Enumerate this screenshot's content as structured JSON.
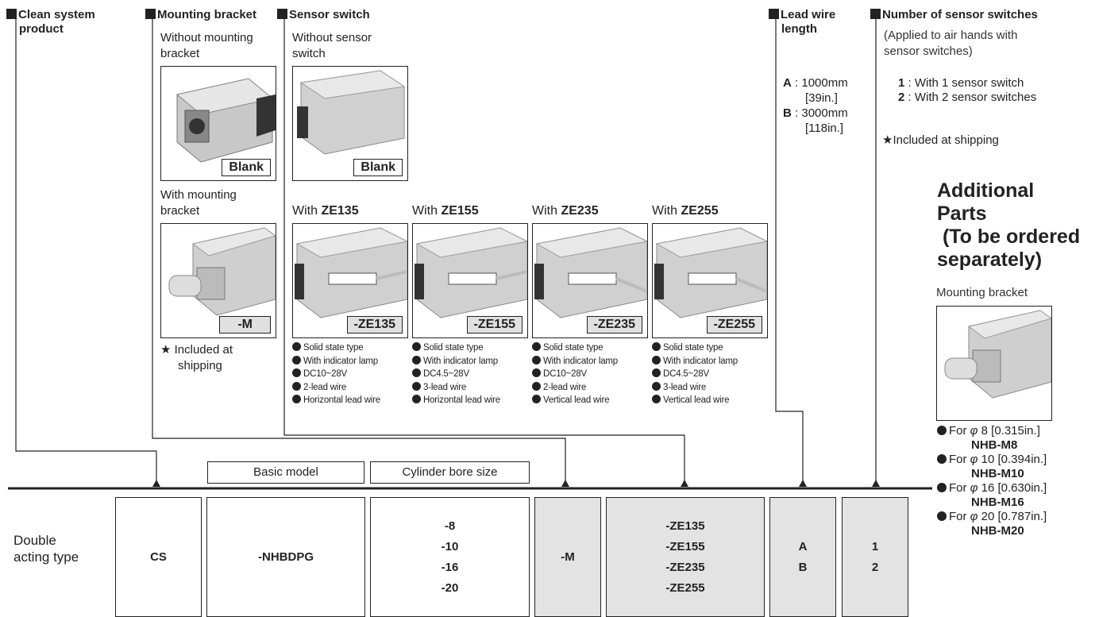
{
  "headers": {
    "clean": [
      "Clean system",
      "product"
    ],
    "mounting": "Mounting bracket",
    "sensor": "Sensor switch",
    "leadwire": [
      "Lead wire",
      "length"
    ],
    "count": "Number of sensor switches"
  },
  "mounting": {
    "without_label": [
      "Without mounting",
      "bracket"
    ],
    "without_tag": "Blank",
    "with_label": [
      "With mounting",
      "bracket"
    ],
    "with_tag": "-M",
    "included_star": "★",
    "included": [
      "Included at",
      "shipping"
    ]
  },
  "sensor": {
    "without_label": [
      "Without sensor",
      "switch"
    ],
    "without_tag": "Blank",
    "with_word": "With",
    "models": [
      {
        "name": "ZE135",
        "tag": "-ZE135",
        "features": [
          "Solid state type",
          "With indicator lamp",
          "DC10~28V",
          "2-lead wire",
          "Horizontal lead wire"
        ]
      },
      {
        "name": "ZE155",
        "tag": "-ZE155",
        "features": [
          "Solid state type",
          "With indicator lamp",
          "DC4.5~28V",
          "3-lead wire",
          "Horizontal lead wire"
        ]
      },
      {
        "name": "ZE235",
        "tag": "-ZE235",
        "features": [
          "Solid state type",
          "With indicator lamp",
          "DC10~28V",
          "2-lead wire",
          "Vertical lead wire"
        ]
      },
      {
        "name": "ZE255",
        "tag": "-ZE255",
        "features": [
          "Solid state type",
          "With indicator lamp",
          "DC4.5~28V",
          "3-lead wire",
          "Vertical lead wire"
        ]
      }
    ]
  },
  "leadwire": {
    "options": [
      {
        "code": "A",
        "sep": " : ",
        "value": "1000mm",
        "inch": "[39in.]"
      },
      {
        "code": "B",
        "sep": " : ",
        "value": "3000mm",
        "inch": "[118in.]"
      }
    ]
  },
  "count": {
    "note": [
      "(Applied to air hands with",
      "sensor switches)"
    ],
    "options": [
      {
        "code": "1",
        "sep": " : ",
        "text": "With 1 sensor switch"
      },
      {
        "code": "2",
        "sep": " : ",
        "text": "With 2 sensor switches"
      }
    ],
    "star": "★",
    "included": "Included at shipping"
  },
  "additional": {
    "title": [
      "Additional",
      "Parts",
      " (To be ordered",
      "separately)"
    ],
    "subtitle": "Mounting bracket",
    "items": [
      {
        "pre": "For ",
        "phi": "φ",
        "size": " 8 [0.315in.]",
        "part": "NHB-M8"
      },
      {
        "pre": "For ",
        "phi": "φ",
        "size": " 10 [0.394in.]",
        "part": "NHB-M10"
      },
      {
        "pre": "For ",
        "phi": "φ",
        "size": " 16 [0.630in.]",
        "part": "NHB-M16"
      },
      {
        "pre": "For ",
        "phi": "φ",
        "size": " 20 [0.787in.]",
        "part": "NHB-M20"
      }
    ]
  },
  "code_row": {
    "type_label": [
      "Double",
      "acting type"
    ],
    "basic_model_label": "Basic model",
    "bore_label": "Cylinder bore size",
    "cs": "CS",
    "model": "-NHBDPG",
    "bores": [
      "-8",
      "-10",
      "-16",
      "-20"
    ],
    "mount": "-M",
    "sensors": [
      "-ZE135",
      "-ZE155",
      "-ZE235",
      "-ZE255"
    ],
    "lead": [
      "A",
      "B"
    ],
    "count": [
      "1",
      "2"
    ]
  },
  "colors": {
    "grey_box": "#e3e3e3",
    "ink": "#222222"
  }
}
